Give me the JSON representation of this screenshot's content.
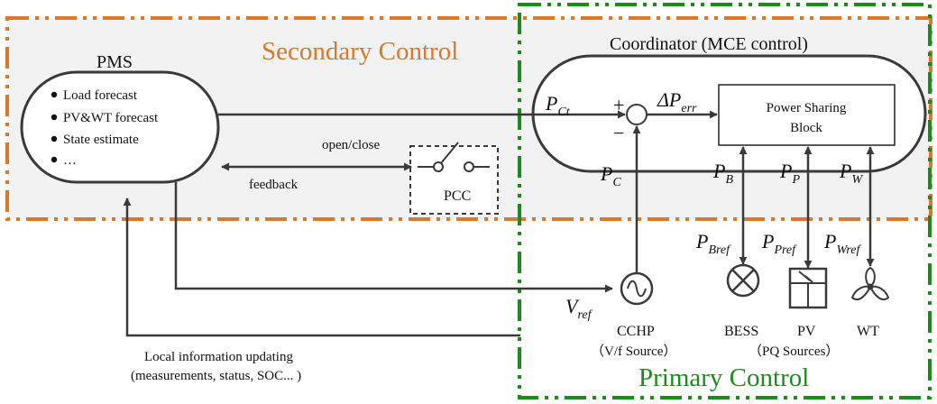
{
  "colors": {
    "secondary_border": "#d9792b",
    "primary_border": "#1e8a1e",
    "secondary_fill": "#f2f2f2",
    "line": "#3a3a3a"
  },
  "secondary": {
    "title": "Secondary Control",
    "pms": {
      "title": "PMS",
      "bullets": [
        "Load forecast",
        "PV&WT forecast",
        "State estimate",
        "…"
      ]
    }
  },
  "primary": {
    "title": "Primary Control"
  },
  "coordinator": {
    "title": "Coordinator (MCE control)",
    "block_line1": "Power Sharing",
    "block_line2": "Block"
  },
  "pcc": {
    "label": "PCC",
    "open_close": "open/close",
    "feedback": "feedback"
  },
  "signals": {
    "pct": {
      "base": "P",
      "sub": "Ct"
    },
    "perr": {
      "base": "ΔP",
      "sub": "err"
    },
    "pc": {
      "base": "P",
      "sub": "C"
    },
    "pb": {
      "base": "P",
      "sub": "B"
    },
    "pp": {
      "base": "P",
      "sub": "P"
    },
    "pw": {
      "base": "P",
      "sub": "W"
    },
    "pbref": {
      "base": "P",
      "sub": "Bref"
    },
    "ppref": {
      "base": "P",
      "sub": "Pref"
    },
    "pwref": {
      "base": "P",
      "sub": "Wref"
    },
    "vref": {
      "base": "V",
      "sub": "ref"
    },
    "plus": "+",
    "minus": "−"
  },
  "sources": {
    "cchp": "CCHP",
    "cchp_sub": "（V/f Source）",
    "bess": "BESS",
    "pv": "PV",
    "wt": "WT",
    "pq": "（PQ Sources）"
  },
  "local_info": {
    "line1": "Local information updating",
    "line2": "(measurements, status, SOC... )"
  },
  "icons": [
    "ac-source-icon",
    "battery-icon",
    "pv-panel-icon",
    "wind-turbine-icon",
    "switch-icon"
  ]
}
